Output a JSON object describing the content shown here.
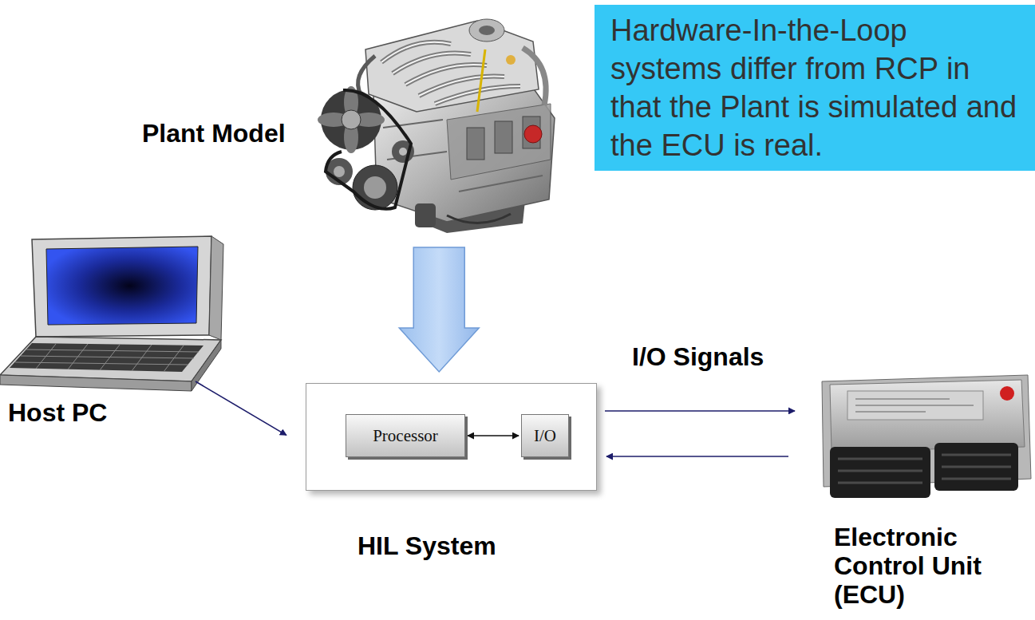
{
  "diagram": {
    "nodes": [
      {
        "text": [
          "Plant Model"
        ]
      },
      {
        "text": [
          "Hardware-In-the-Loop systems differ from RCP in that the Plant is simulated and the ECU is real."
        ]
      },
      {
        "text": [
          "Host PC"
        ]
      },
      {
        "text": [
          "HIL System"
        ]
      },
      {
        "text": [
          "Processor"
        ],
        "in": 3
      },
      {
        "text": [
          "I/O"
        ],
        "in": 3
      },
      {
        "text": [
          "Electronic Control Unit (ECU)"
        ]
      }
    ],
    "edges": [
      {
        "from": 0,
        "to": 3,
        "arrow": "to"
      },
      {
        "from": 2,
        "to": 3,
        "arrow": "to"
      },
      {
        "from": 4,
        "to": 5,
        "arrow": "both"
      },
      {
        "from": 3,
        "to": 6,
        "label": "I/O Signals",
        "arrow": "to"
      },
      {
        "from": 6,
        "to": 3,
        "arrow": "to"
      }
    ]
  }
}
